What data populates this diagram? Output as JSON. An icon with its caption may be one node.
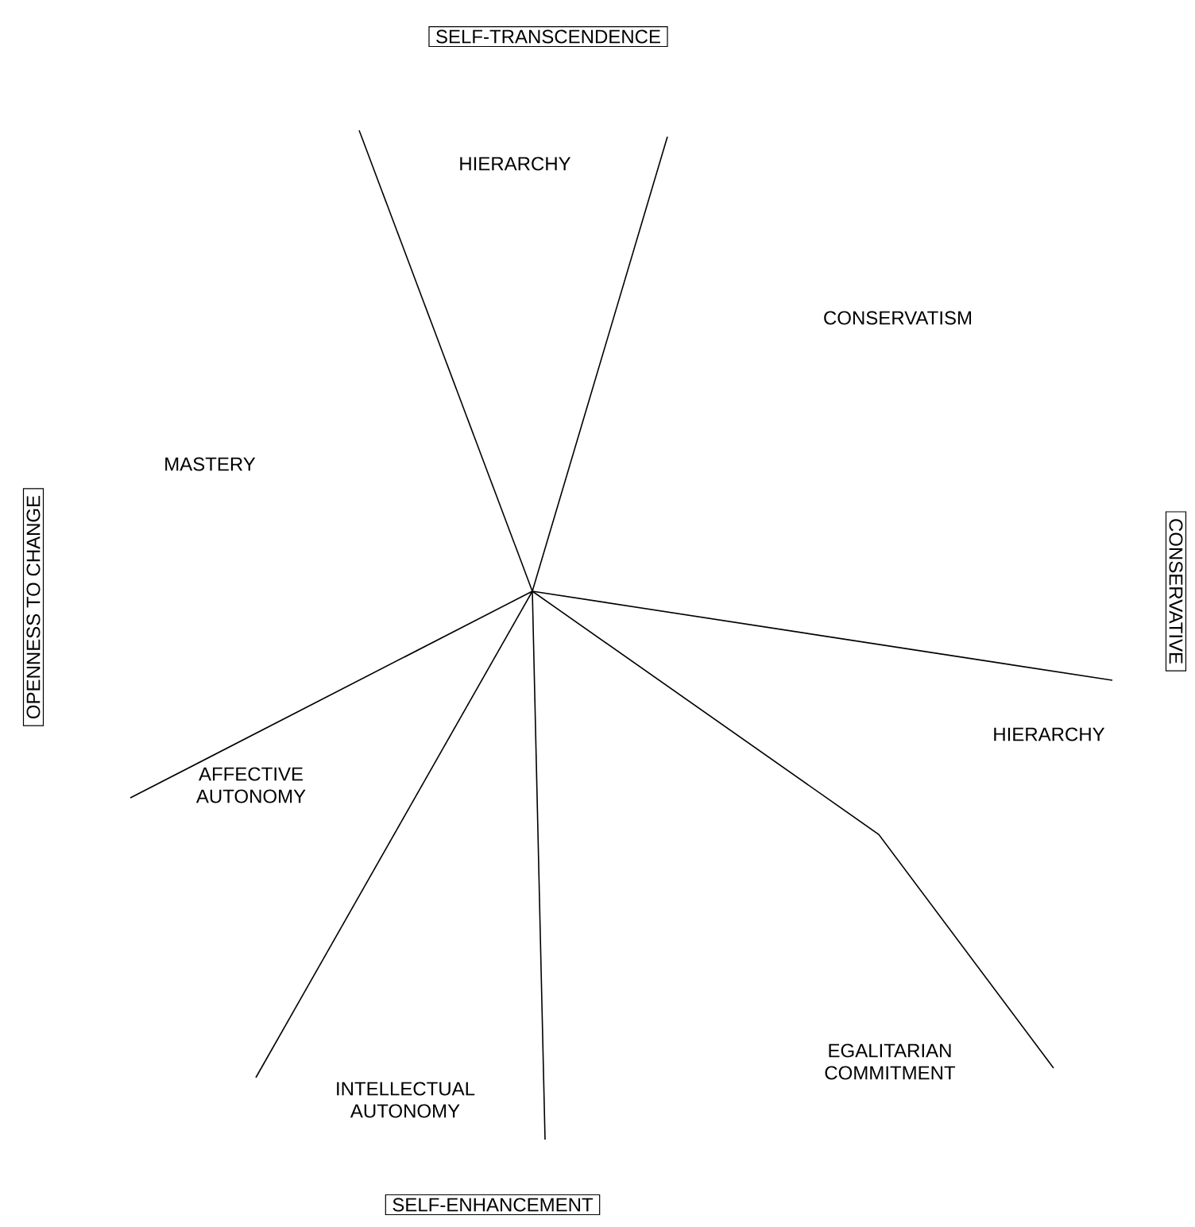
{
  "diagram": {
    "nodes": [
      {
        "text": [
          "SELF-TRANSCENDENCE"
        ]
      },
      {
        "text": [
          "OPENNESS TO CHANGE"
        ]
      },
      {
        "text": [
          "CONSERVATIVE"
        ]
      },
      {
        "text": [
          "SELF-ENHANCEMENT"
        ]
      }
    ],
    "labels": [
      "HIERARCHY",
      "CONSERVATISM",
      "MASTERY",
      "HIERARCHY",
      "AFFECTIVE AUTONOMY",
      "EGALITARIAN COMMITMENT",
      "INTELLECTUAL AUTONOMY"
    ]
  }
}
